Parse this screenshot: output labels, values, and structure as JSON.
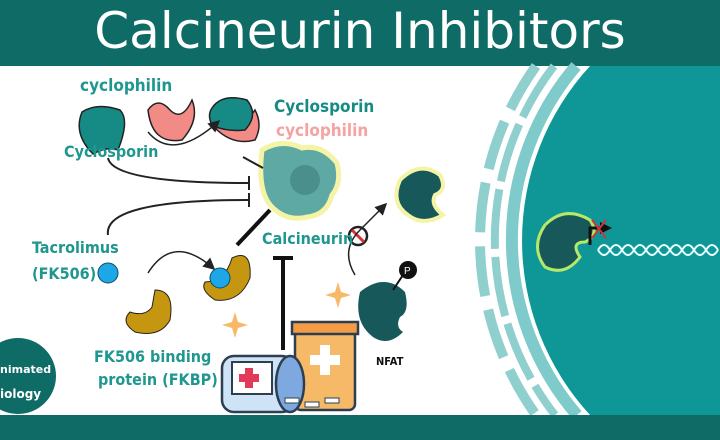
{
  "title": "Calcineurin Inhibitors",
  "labels": {
    "cyclophilin": "cyclophilin",
    "cyclosporin": "Cyclosporin",
    "complex_line1": "Cyclosporin",
    "complex_line2": "cyclophilin",
    "calcineurin": "Calcineurin",
    "tacrolimus_line1": "Tacrolimus",
    "tacrolimus_line2": "(FK506)",
    "fkbp_line1": "FK506 binding",
    "fkbp_line2": "protein (FKBP)",
    "nfat": "NFAT",
    "phosphate": "P"
  },
  "logo": {
    "line1": "nimated",
    "line2": "iology"
  },
  "colors": {
    "header": "#0f6b66",
    "teal_text": "#1f9790",
    "pink": "#f28b86",
    "cyclosporin": "#168a84",
    "calcineurin": "#5fa9a5",
    "fkbp": "#c5960f",
    "tacrolimus": "#1ea7e6",
    "nfat": "#17595a",
    "nucleus": "#0e9796"
  }
}
